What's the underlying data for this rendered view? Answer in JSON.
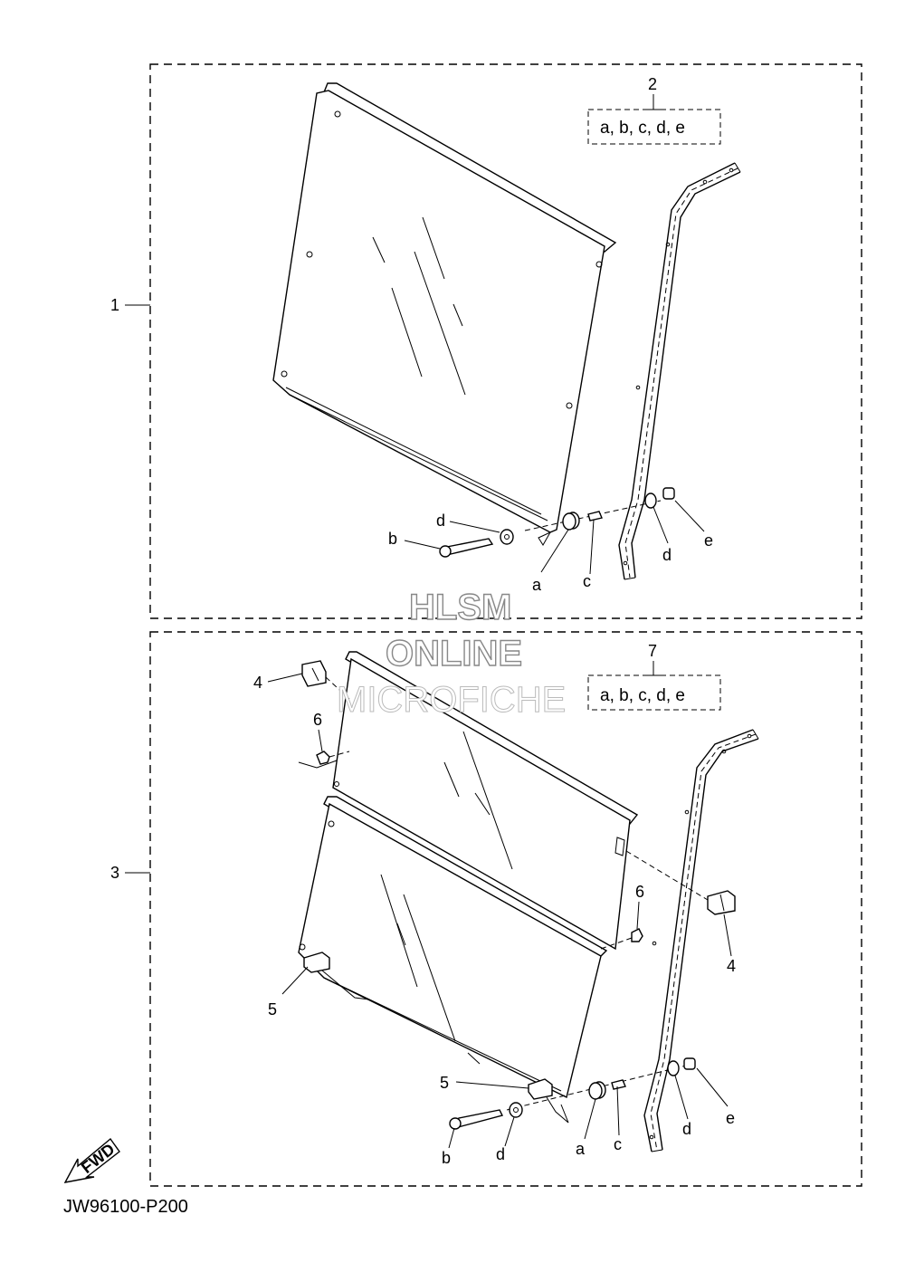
{
  "callouts": {
    "group_1": "1",
    "group_3": "3",
    "kit_2": "2",
    "kit_7": "7",
    "clip_4a": "4",
    "clip_4b": "4",
    "bolt_6a": "6",
    "bolt_6b": "6",
    "latch_5a": "5",
    "latch_5b": "5"
  },
  "kit_boxes": {
    "top": "a, b, c, d, e",
    "bottom": "a, b, c, d, e"
  },
  "letters_top": {
    "a": "a",
    "b": "b",
    "c": "c",
    "d1": "d",
    "d2": "d",
    "e": "e"
  },
  "letters_bottom": {
    "a": "a",
    "b": "b",
    "c": "c",
    "d1": "d",
    "d2": "d",
    "e": "e"
  },
  "watermark": {
    "line1": "HLSM",
    "line2": "ONLINE",
    "line3": "MICROFICHE"
  },
  "fwd_label": "FWD",
  "figure_code": "JW96100-P200",
  "icons": [
    "fwd-arrow-icon"
  ]
}
